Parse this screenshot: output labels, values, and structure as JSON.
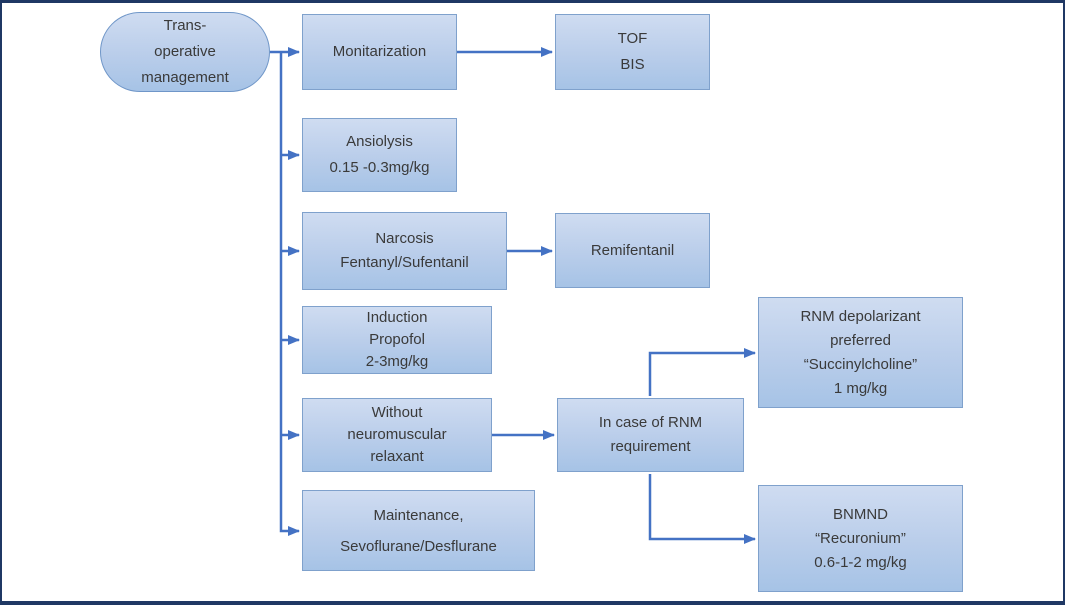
{
  "nodes": {
    "root": {
      "lines": [
        "Trans-",
        "operative",
        "management"
      ]
    },
    "monitarization": {
      "lines": [
        "Monitarization"
      ]
    },
    "tof_bis": {
      "lines": [
        "TOF",
        "BIS"
      ]
    },
    "ansiolysis": {
      "lines": [
        "Ansiolysis",
        "0.15 -0.3mg/kg"
      ]
    },
    "narcosis": {
      "lines": [
        "Narcosis",
        "Fentanyl/Sufentanil"
      ]
    },
    "remifentanil": {
      "lines": [
        "Remifentanil"
      ]
    },
    "induction": {
      "lines": [
        "Induction",
        "Propofol",
        "2-3mg/kg"
      ]
    },
    "without_relaxant": {
      "lines": [
        "Without",
        "neuromuscular",
        "relaxant"
      ]
    },
    "in_case_rnm": {
      "lines": [
        "In case of RNM",
        "requirement"
      ]
    },
    "maintenance": {
      "lines": [
        "Maintenance,",
        "Sevoflurane/Desflurane"
      ]
    },
    "rnm_depolarizant": {
      "lines": [
        "RNM depolarizant",
        "preferred",
        "“Succinylcholine”",
        "1 mg/kg"
      ]
    },
    "bnmnd": {
      "lines": [
        "BNMND",
        "“Recuronium”",
        "0.6-1-2 mg/kg"
      ]
    }
  },
  "colors": {
    "connector": "#4472c4",
    "node_fill_top": "#cfdcf1",
    "node_fill_bottom": "#a6c3e6",
    "node_border": "#7fa1cc",
    "frame_border": "#1f3864",
    "text": "#3a3a3a"
  }
}
